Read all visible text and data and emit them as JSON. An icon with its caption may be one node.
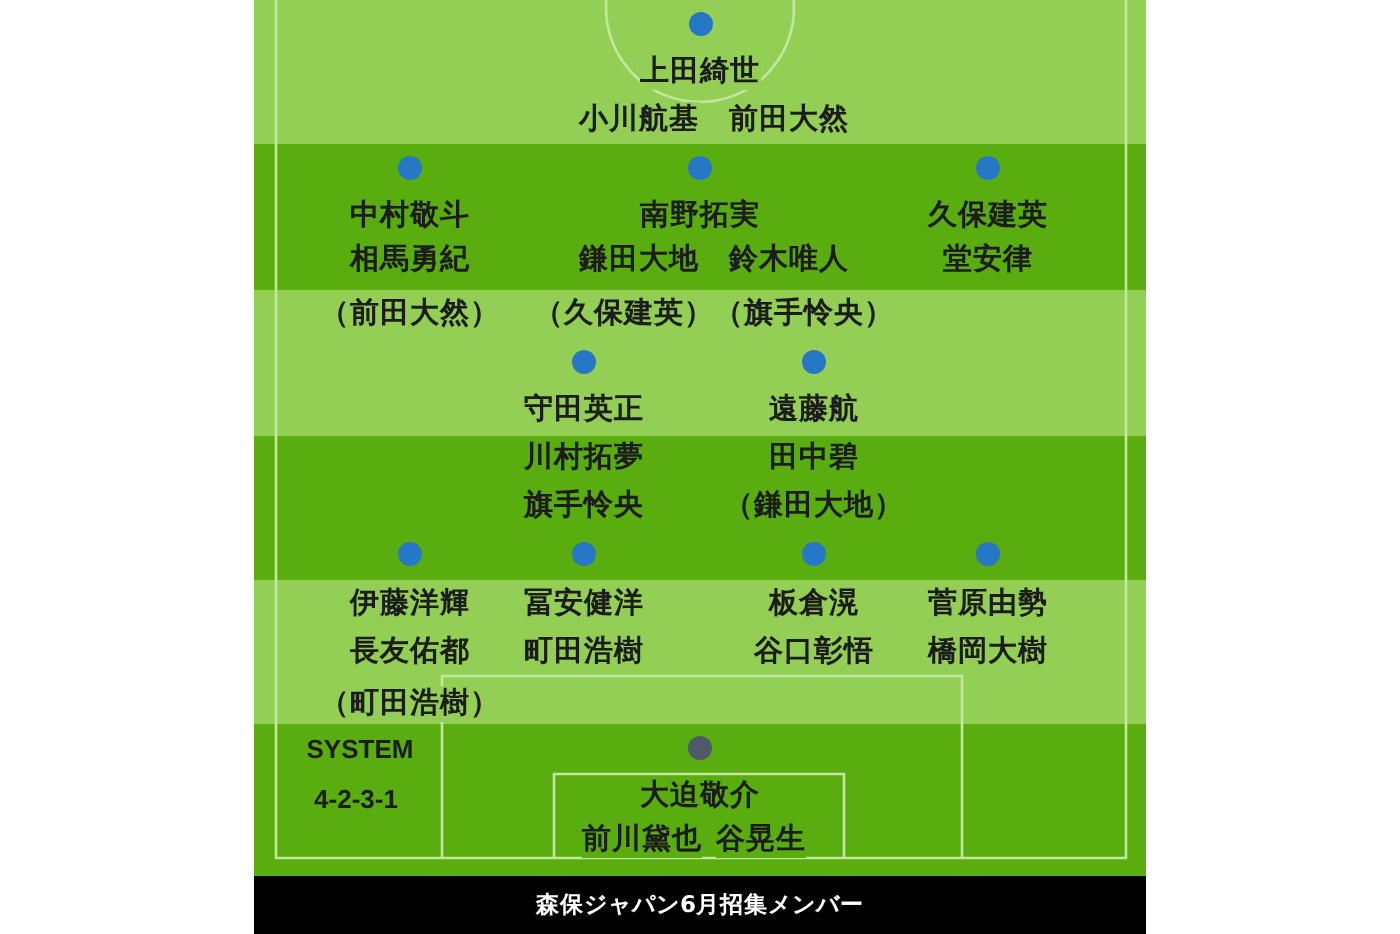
{
  "diagram": {
    "caption": "森保ジャパン6月招集メンバー",
    "nodes": [
      {
        "text": [
          "上田綺世",
          "小川航基",
          "前田大然"
        ]
      },
      {
        "text": [
          "中村敬斗",
          "相馬勇紀",
          "（前田大然）"
        ]
      },
      {
        "text": [
          "南野拓実",
          "鎌田大地",
          "鈴木唯人",
          "（久保建英）",
          "（旗手怜央）"
        ]
      },
      {
        "text": [
          "久保建英",
          "堂安律"
        ]
      },
      {
        "text": [
          "守田英正",
          "川村拓夢",
          "旗手怜央"
        ]
      },
      {
        "text": [
          "遠藤航",
          "田中碧",
          "（鎌田大地）"
        ]
      },
      {
        "text": [
          "伊藤洋輝",
          "長友佑都",
          "（町田浩樹）"
        ]
      },
      {
        "text": [
          "冨安健洋",
          "町田浩樹"
        ]
      },
      {
        "text": [
          "板倉滉",
          "谷口彰悟"
        ]
      },
      {
        "text": [
          "菅原由勢",
          "橋岡大樹"
        ]
      },
      {
        "text": [
          "大迫敬介",
          "前川黛也",
          "谷晃生"
        ]
      }
    ],
    "labels": [
      "SYSTEM",
      "4-2-3-1"
    ]
  }
}
